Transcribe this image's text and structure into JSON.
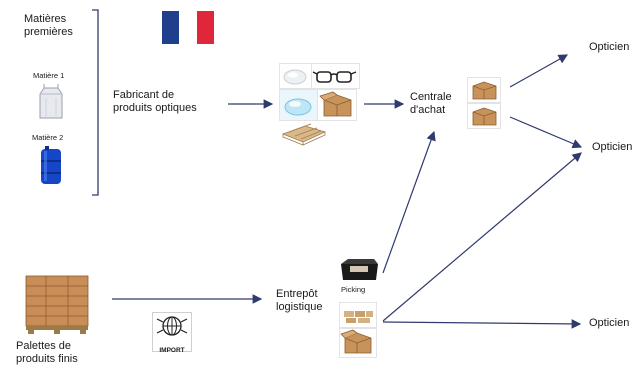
{
  "labels": {
    "raw_materials": [
      "Matières",
      "premières"
    ],
    "material_1": "Matière 1",
    "material_2": "Matière 2",
    "manufacturer": [
      "Fabricant de",
      "produits optiques"
    ],
    "central_purchasing": [
      "Centrale",
      "d'achat"
    ],
    "optician_1": "Opticien",
    "optician_2": "Opticien",
    "optician_3": "Opticien",
    "pallets": [
      "Palettes de",
      "produits finis"
    ],
    "warehouse": [
      "Entrepôt",
      "logistique"
    ],
    "picking": "Picking",
    "import": "IMPORT"
  },
  "colors": {
    "arrow": "#2f3b6e",
    "flag_blue": "#1f3e8c",
    "flag_red": "#e0263a",
    "box_brown": "#c8925b"
  }
}
